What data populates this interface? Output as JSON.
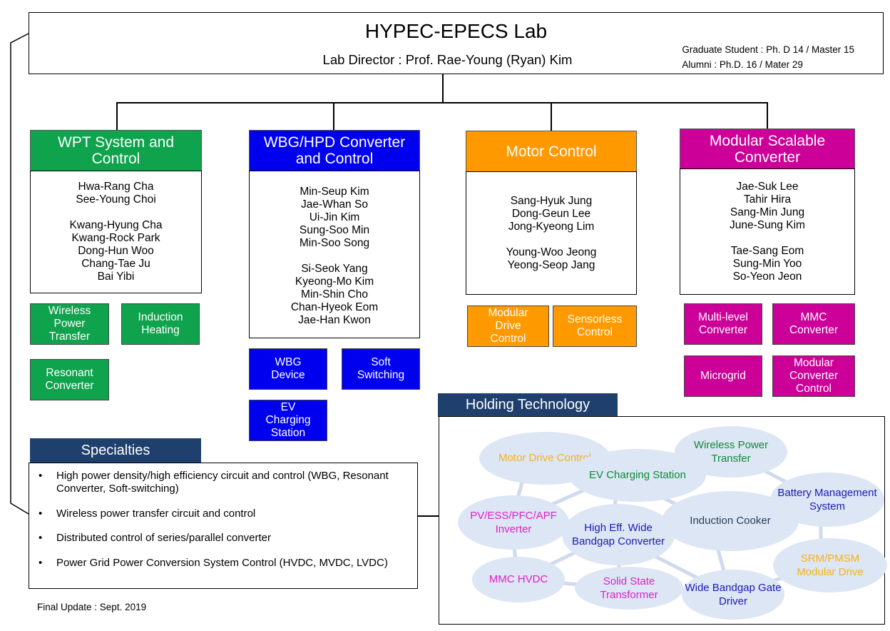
{
  "lab": {
    "title": "HYPEC-EPECS Lab",
    "director": "Lab Director : Prof. Rae-Young (Ryan) Kim",
    "graduate_students": "Graduate Student : Ph. D 14 / Master 15",
    "alumni": "Alumni : Ph.D. 16 / Mater 29"
  },
  "groups": [
    {
      "name": "WPT System and Control",
      "members_a": [
        "Hwa-Rang Cha",
        "See-Young Choi"
      ],
      "members_b": [
        "Kwang-Hyung Cha",
        "Kwang-Rock Park",
        "Dong-Hun Woo",
        "Chang-Tae Ju",
        "Bai Yibi"
      ],
      "topics": [
        "Wireless Power Transfer",
        "Induction Heating",
        "Resonant Converter"
      ]
    },
    {
      "name": "WBG/HPD Converter and Control",
      "members_a": [
        "Min-Seup Kim",
        "Jae-Whan So",
        "Ui-Jin Kim",
        "Sung-Soo Min",
        "Min-Soo Song"
      ],
      "members_b": [
        "Si-Seok Yang",
        "Kyeong-Mo Kim",
        "Min-Shin Cho",
        "Chan-Hyeok Eom",
        "Jae-Han Kwon"
      ],
      "topics": [
        "WBG Device",
        "Soft Switching",
        "EV Charging Station"
      ]
    },
    {
      "name": "Motor Control",
      "members_a": [
        "Sang-Hyuk Jung",
        "Dong-Geun Lee",
        "Jong-Kyeong Lim"
      ],
      "members_b": [
        "Young-Woo Jeong",
        "Yeong-Seop Jang"
      ],
      "topics": [
        "Modular Drive Control",
        "Sensorless Control"
      ]
    },
    {
      "name": "Modular Scalable Converter",
      "members_a": [
        "Jae-Suk Lee",
        "Tahir Hira",
        "Sang-Min Jung",
        "June-Sung Kim"
      ],
      "members_b": [
        "Tae-Sang Eom",
        "Sung-Min Yoo",
        "So-Yeon Jeon"
      ],
      "topics": [
        "Multi-level Converter",
        "MMC Converter",
        "Microgrid",
        "Modular Converter Control"
      ]
    }
  ],
  "specialties": {
    "title": "Specialties",
    "bullet": "•",
    "items": [
      "High power density/high efficiency circuit and control (WBG, Resonant Converter, Soft-switching)",
      "Wireless power transfer circuit and control",
      "Distributed control of series/parallel converter",
      "Power Grid Power Conversion System Control (HVDC, MVDC, LVDC)"
    ]
  },
  "holding": {
    "title": "Holding Technology",
    "technologies": [
      "Motor Drive Control",
      "EV Charging Station",
      "Wireless Power Transfer",
      "Battery Management System",
      "PV/ESS/PFC/APF Inverter",
      "High Eff. Wide Bandgap Converter",
      "Induction Cooker",
      "SRM/PMSM Modular Drive",
      "MMC HVDC",
      "Solid State Transformer",
      "Wide Bandgap Gate Driver"
    ]
  },
  "footer": {
    "final_update": "Final Update : Sept. 2019"
  },
  "colors": {
    "wpt": "#0fa34d",
    "wbg": "#0000ee",
    "motor": "#ff9900",
    "modular": "#cc0099",
    "navy": "#1f3f6d",
    "bubble": "#dde6f4",
    "bubble_yellow": "#f7b11c",
    "bubble_green": "#0e8a3a",
    "bubble_blue": "#1a1ab8",
    "bubble_magenta": "#e31ec9"
  }
}
